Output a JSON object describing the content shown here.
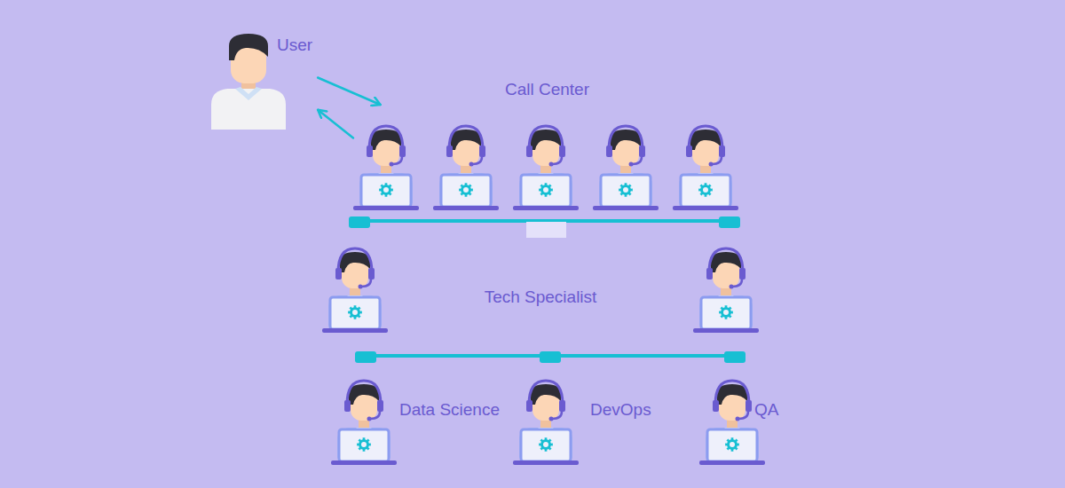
{
  "diagram": {
    "nodes": [
      {
        "text": [
          "User"
        ]
      },
      {
        "text": [
          "Call Center"
        ]
      },
      {
        "text": [
          "Tech Specialist"
        ]
      },
      {
        "text": [
          "Data Science"
        ]
      },
      {
        "text": [
          "DevOps"
        ]
      },
      {
        "text": [
          "QA"
        ]
      }
    ],
    "edges": [
      {
        "from": 0,
        "to": 1,
        "arrow": "to"
      },
      {
        "from": 1,
        "to": 0,
        "arrow": "to"
      }
    ]
  }
}
